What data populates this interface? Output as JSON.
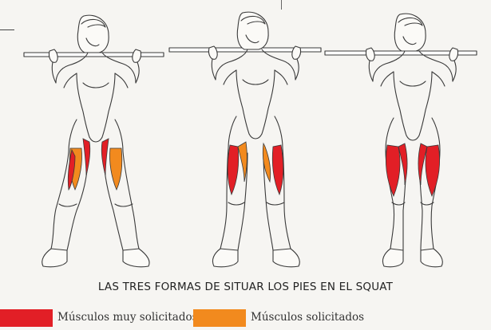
{
  "caption": "LAS TRES FORMAS DE SITUAR LOS PIES EN EL SQUAT",
  "legend": {
    "items": [
      {
        "label": "Músculos muy solicitados",
        "color": "#e21f26"
      },
      {
        "label": "Músculos solicitados",
        "color": "#f28a1e"
      }
    ]
  },
  "colors": {
    "outline": "#3a3a3a",
    "skin": "#fbfaf7",
    "red": "#e21f26",
    "orange": "#f28a1e",
    "dark_red": "#b8121a"
  }
}
